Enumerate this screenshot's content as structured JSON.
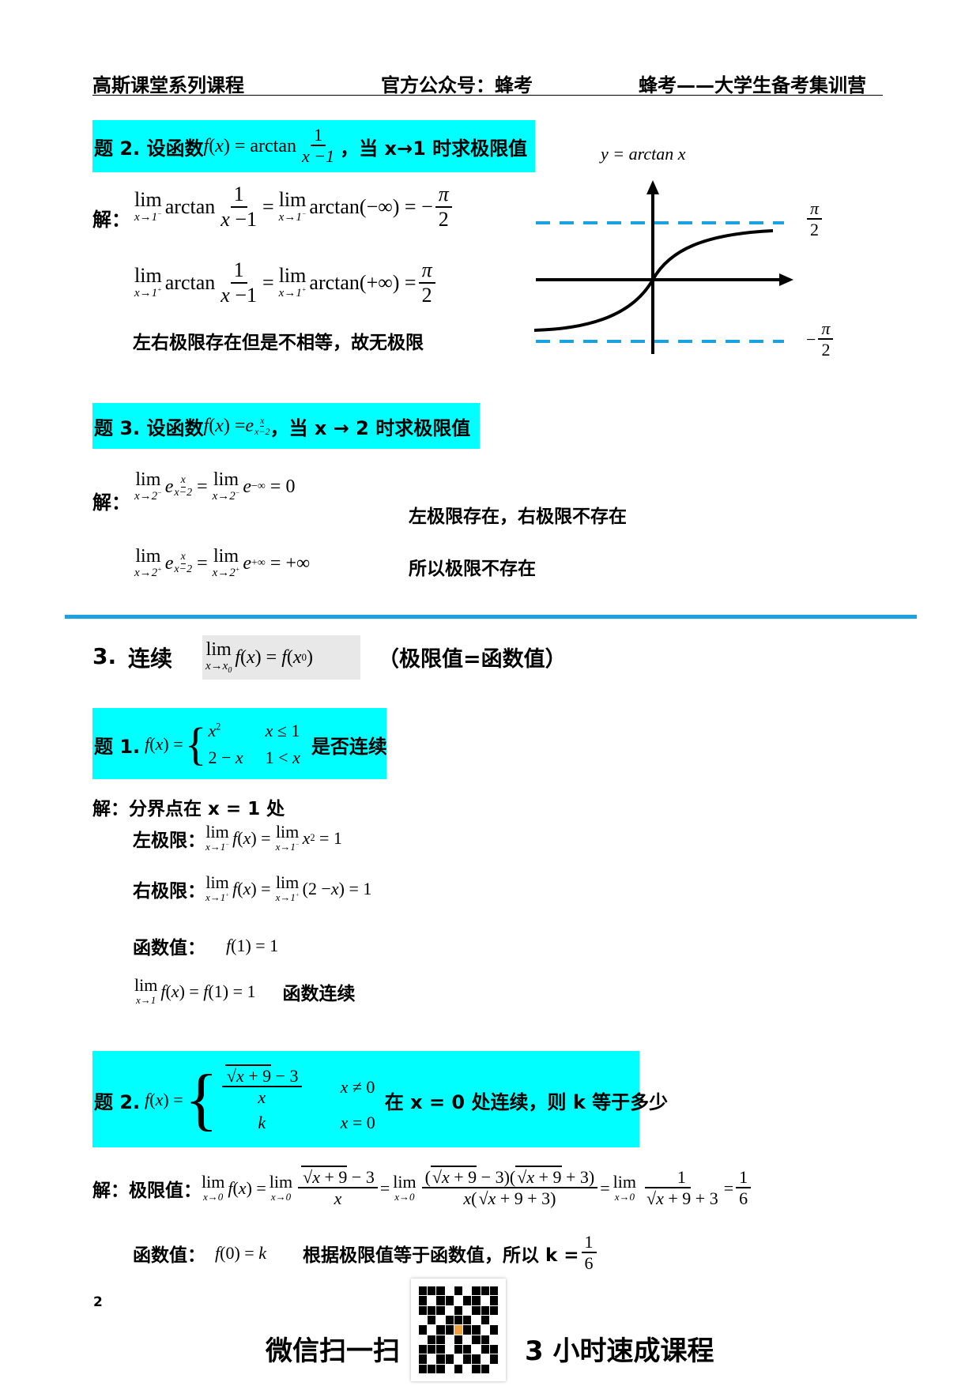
{
  "header": {
    "left": "高斯课堂系列课程",
    "center": "官方公众号：蜂考",
    "right": "蜂考——大学生备考集训营"
  },
  "problem2_arctan": {
    "title_prefix": "题 2. 设函数 ",
    "title_suffix": "，当 x→1 时求极限值",
    "solve_label": "解：",
    "conclusion": "左右极限存在但是不相等，故无极限",
    "graph_label": "y = arctan x",
    "pi_top": "π",
    "two_top": "2",
    "pi_bot": "π",
    "two_bot": "2",
    "minus": "−"
  },
  "problem3_exp": {
    "title_prefix": "题 3. 设函数 ",
    "title_suffix": "，当 x → 2 时求极限值",
    "solve_label": "解：",
    "note1": "左极限存在，右极限不存在",
    "note2": "所以极限不存在"
  },
  "section3": {
    "number": "3.",
    "title": "连续",
    "tail": "（极限值=函数值）"
  },
  "cont_problem1": {
    "title_prefix": "题 1.",
    "title_suffix": "是否连续",
    "solve_line": "解：分界点在 x = 1 处",
    "left_label": "左极限：",
    "right_label": "右极限：",
    "value_label": "函数值：",
    "continuous": "函数连续"
  },
  "cont_problem2": {
    "title_prefix": "题 2.",
    "title_suffix": "在 x = 0 处连续，则 k 等于多少",
    "solve_label": "解：",
    "limit_label": "极限值：",
    "value_label": "函数值：",
    "conclusion_text": "根据极限值等于函数值，所以 k ="
  },
  "footer": {
    "page_number": "2",
    "left_text": "微信扫一扫",
    "right_text": "3 小时速成课程"
  },
  "colors": {
    "highlight": "#00ffff",
    "section_line": "#1aa3e0",
    "asymptote": "#1aa3e0"
  }
}
